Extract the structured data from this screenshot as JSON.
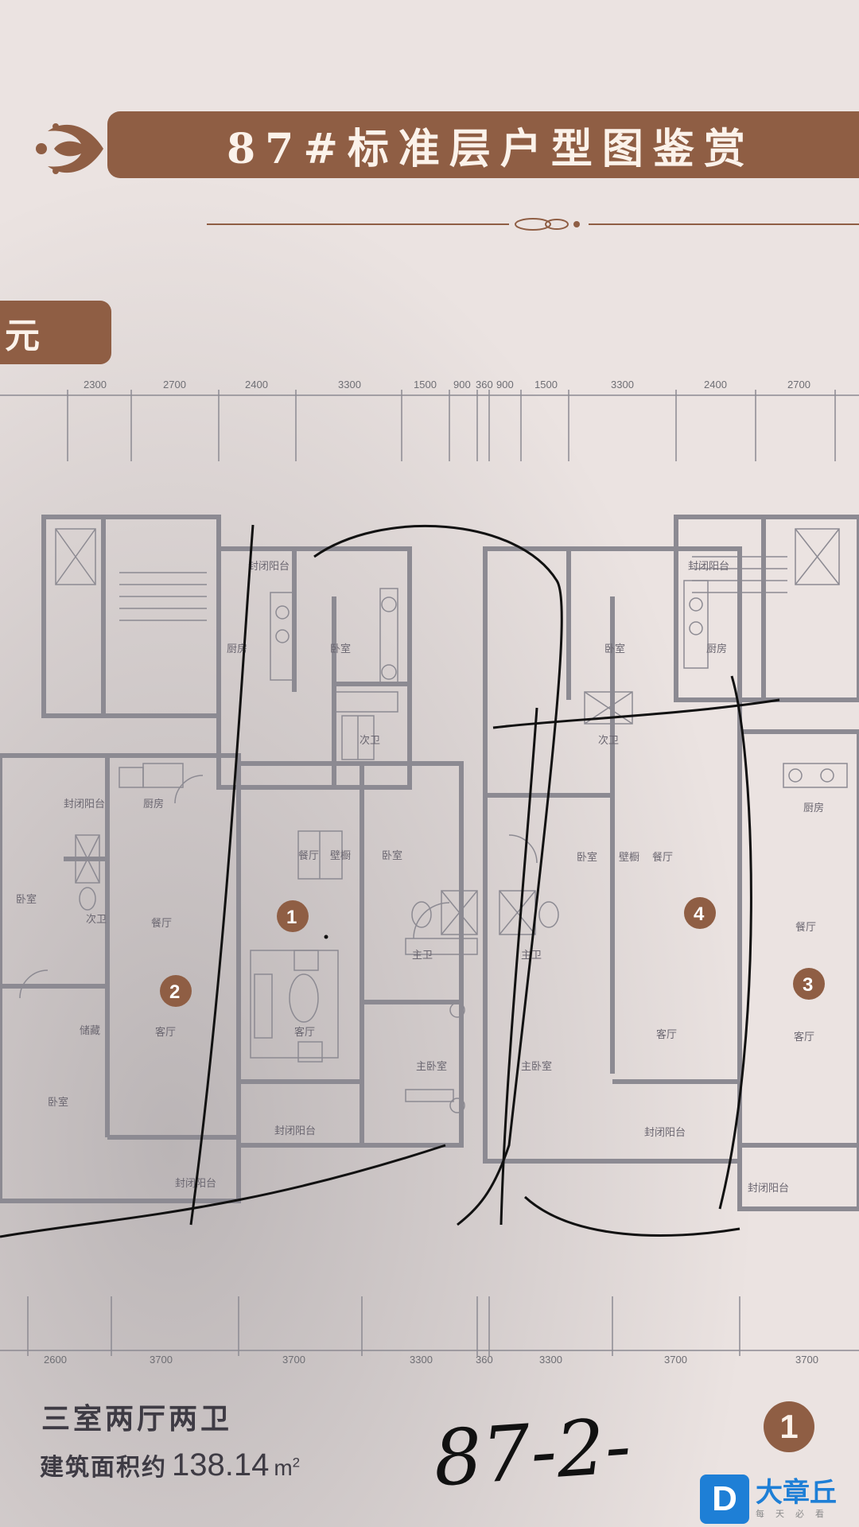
{
  "header": {
    "title": "87#标准层户型图鉴赏",
    "unit_label": "元"
  },
  "dimensions": {
    "top": [
      "2300",
      "2700",
      "2400",
      "3300",
      "1500",
      "900",
      "360",
      "900",
      "1500",
      "3300",
      "2400",
      "2700"
    ],
    "bottom": [
      "2600",
      "3700",
      "3700",
      "3300",
      "360",
      "3300",
      "3700",
      "3700"
    ]
  },
  "rooms": {
    "enclosed_balcony": "封闭阳台",
    "kitchen": "厨房",
    "bedroom": "卧室",
    "second_bath": "次卫",
    "master_bath": "主卫",
    "dining": "餐厅",
    "wall_cabinet": "壁橱",
    "living": "客厅",
    "master_bedroom": "主卧室",
    "storage": "储藏"
  },
  "unit_numbers": [
    "1",
    "2",
    "3",
    "4"
  ],
  "footer": {
    "layout": "三室两厅两卫",
    "area_label": "建筑面积约",
    "area_value": "138.14",
    "area_unit": "m",
    "area_unit_sup": "2",
    "badge": "1"
  },
  "handwriting": "87-2-",
  "watermark": {
    "mark": "D",
    "name": "大章丘",
    "slogan": "每天必看"
  },
  "colors": {
    "banner": "#8f5e44",
    "paper": "#ebe3e1",
    "line": "#8c8a92",
    "ink": "#111111",
    "logo": "#1e7fd6"
  }
}
